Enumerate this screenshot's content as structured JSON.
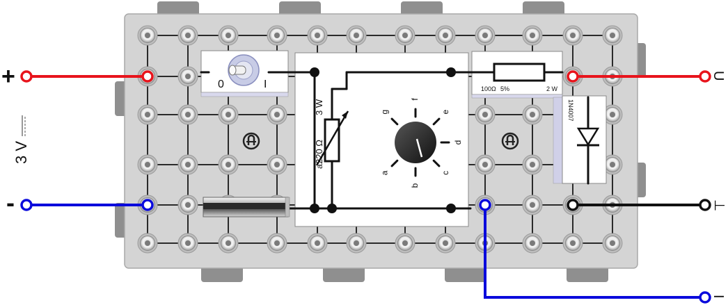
{
  "colors": {
    "positive_wire": "#e8141c",
    "negative_wire": "#0a0adc",
    "ground_wire": "#111111",
    "board": "#d4d4d4",
    "board_edge": "#a8a8a8",
    "tab": "#8f8f8f"
  },
  "supply": {
    "plus_symbol": "+",
    "minus_symbol": "-",
    "voltage": "3 V"
  },
  "switch": {
    "off_label": "0",
    "on_label": "I"
  },
  "potentiometer": {
    "resistance": "220 Ω",
    "power": "3 W",
    "wiper_label": "a"
  },
  "rotary_switch": {
    "positions": [
      "a",
      "b",
      "c",
      "d",
      "e",
      "f",
      "g"
    ]
  },
  "resistor": {
    "value": "100Ω",
    "tolerance": "5%",
    "power": "2 W"
  },
  "diode": {
    "part": "1N4007"
  },
  "terminals": {
    "voltage_out": "U",
    "ground": "⊥",
    "current": "I"
  },
  "board_icon": "power-logo-icon"
}
